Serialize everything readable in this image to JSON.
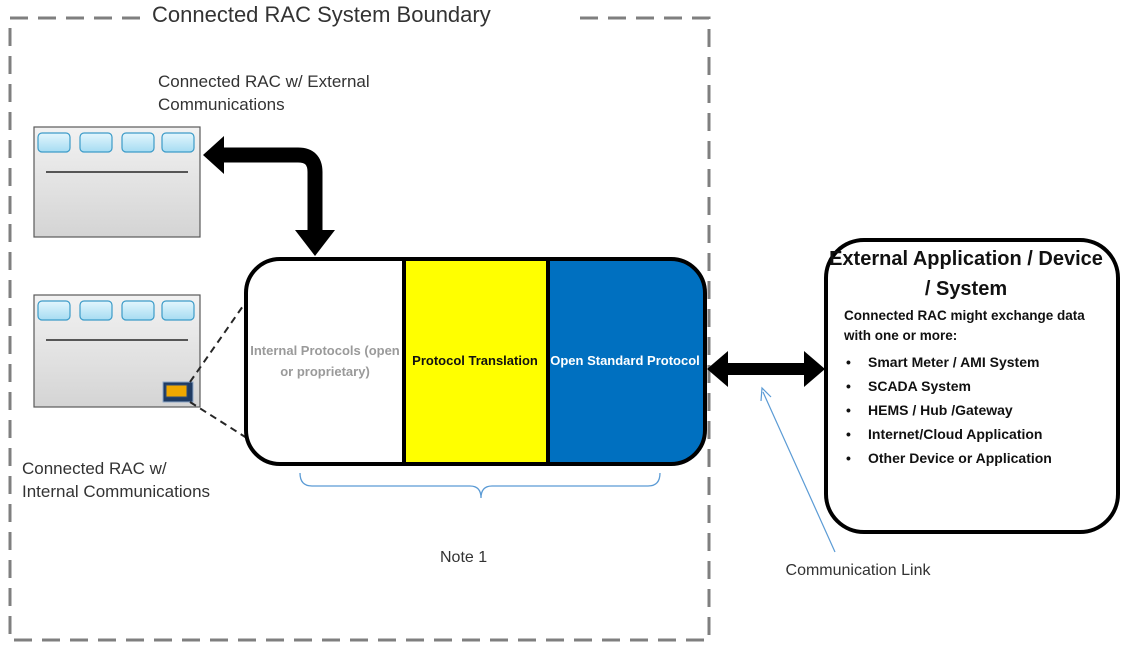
{
  "boundary": {
    "title": "Connected RAC System Boundary"
  },
  "rac_external": {
    "label": "Connected RAC w/ External Communications"
  },
  "rac_internal": {
    "label": "Connected RAC w/ Internal Communications"
  },
  "protocol_stack": {
    "internal": "Internal Protocols (open or proprietary)",
    "translation": "Protocol Translation",
    "open_standard": "Open Standard Protocol"
  },
  "note": "Note 1",
  "communication_link": "Communication Link",
  "external_system": {
    "title": "External Application / Device / System",
    "description": "Connected RAC might exchange data with one or more:",
    "items": [
      "Smart Meter / AMI System",
      "SCADA System",
      "HEMS / Hub /Gateway",
      "Internet/Cloud Application",
      "Other Device or Application"
    ]
  },
  "colors": {
    "boundary_dash": "#7f7f7f",
    "unit_fill": "#e8e8e8",
    "button_fill": "#bfe7f7",
    "button_stroke": "#3c9bc8",
    "translation": "#ffff00",
    "open_standard": "#0070c0",
    "module_fill": "#f0a800",
    "module_stroke": "#2f4d7a",
    "link_line": "#5b9bd5",
    "arrow": "#000000"
  }
}
